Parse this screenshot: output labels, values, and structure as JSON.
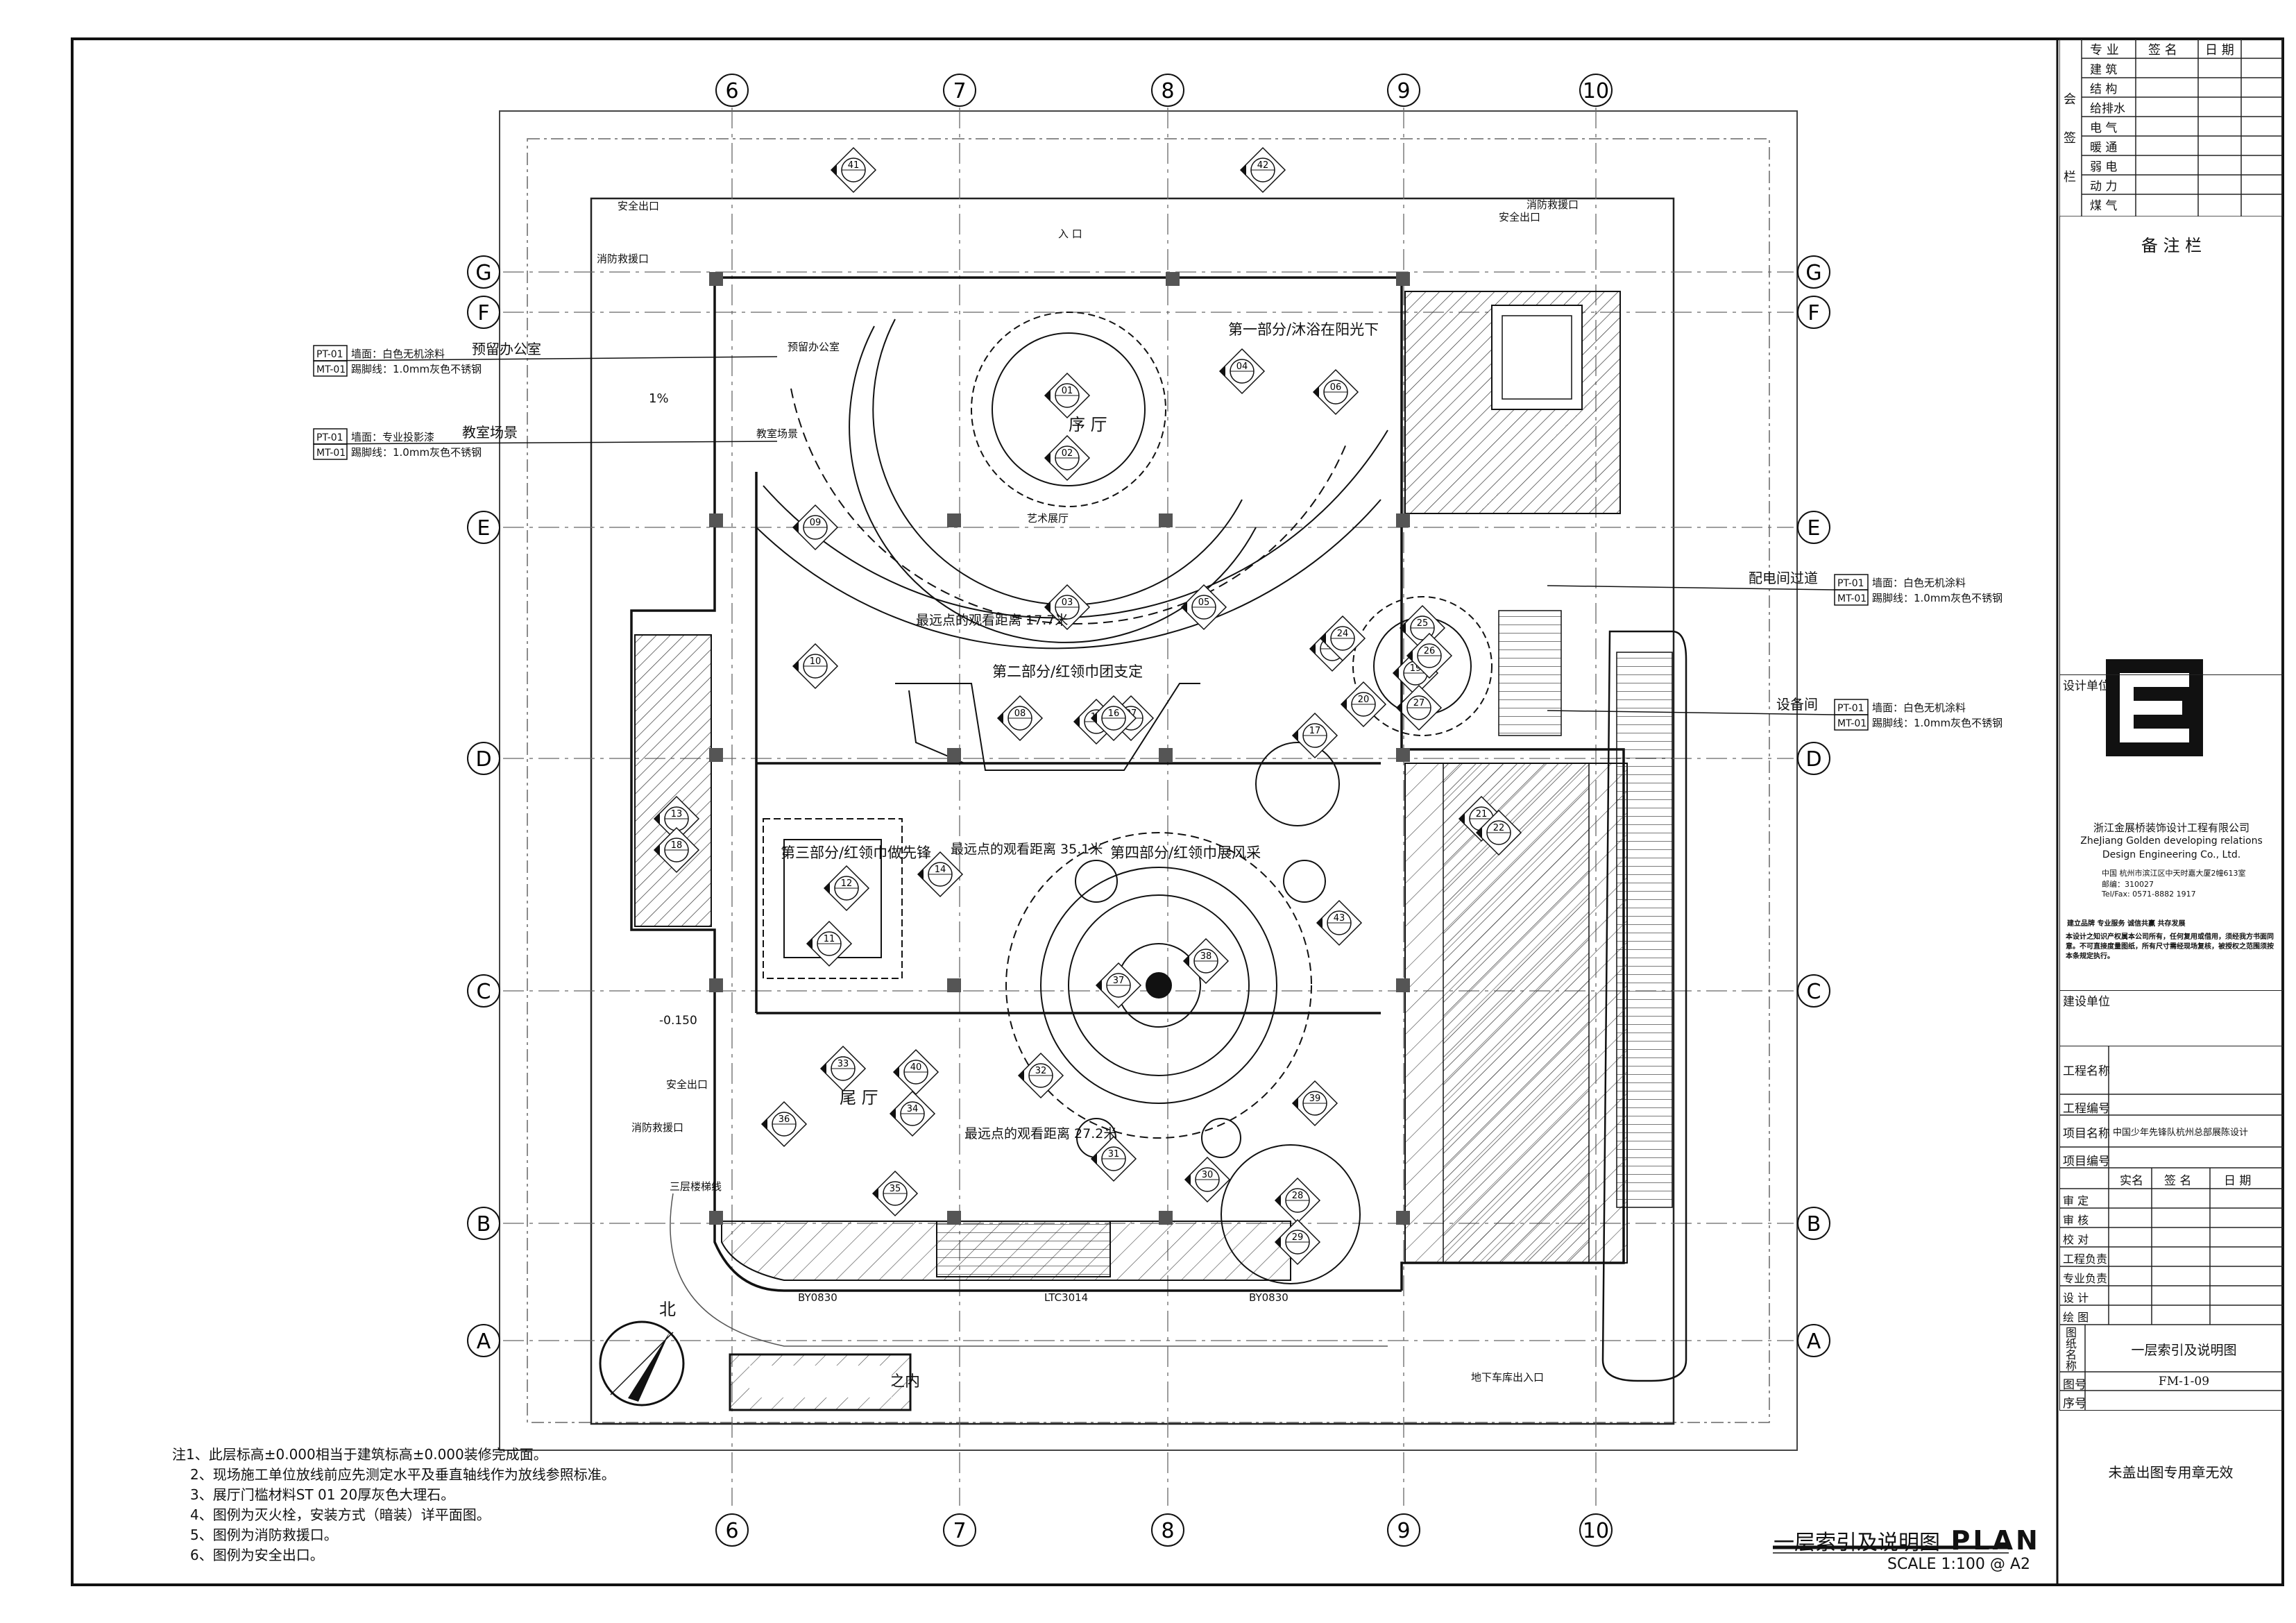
{
  "title_main": "一层索引及说明图",
  "title_en": "PLAN",
  "scale": "SCALE  1:100 @ A2",
  "grid_columns": [
    "6",
    "7",
    "8",
    "9",
    "10"
  ],
  "grid_rows": [
    "G",
    "F",
    "E",
    "D",
    "C",
    "B",
    "A"
  ],
  "room_labels": {
    "reserve_office": "预留办公室",
    "art_space": "艺术展厅",
    "preface_hall": "序 厅",
    "teaching": "教室场景",
    "tail_hall": "尾 厅",
    "stair3": "三层楼梯线",
    "section1": "第一部分/沐浴在阳光下",
    "section2": "第二部分/红领巾团支定",
    "section3": "第三部分/红领巾做先锋",
    "section4": "第四部分/红领巾展风采",
    "dist1": "最远点的观看距离 17.7米",
    "dist2": "最远点的观看距离 35.1米",
    "dist3": "最远点的观看距离 27.2米",
    "substation": "配电间过道",
    "equipment": "设备间",
    "safety_exit": "安全出口",
    "fire_rescue": "消防救援口",
    "entrance": "入 口",
    "underground": "地下车库出入口",
    "not_in_scope": "不在展厅设计范围之内",
    "north": "北",
    "ramp": "1%",
    "elev": "-0.150",
    "door1": "BY0830",
    "door2": "LTC3014",
    "door3": "BY0830"
  },
  "material_callouts": [
    {
      "code": "PT-01",
      "text": "墙面：白色无机涂料",
      "code2": "MT-01",
      "text2": "踢脚线：1.0mm灰色不锈钢",
      "label": "预留办公室"
    },
    {
      "code": "PT-01",
      "text": "墙面：专业投影漆",
      "code2": "MT-01",
      "text2": "踢脚线：1.0mm灰色不锈钢",
      "label": "教室场景"
    },
    {
      "code": "PT-01",
      "text": "墙面：白色无机涂料",
      "code2": "MT-01",
      "text2": "踢脚线：1.0mm灰色不锈钢",
      "label": "配电间过道"
    },
    {
      "code": "PT-01",
      "text": "墙面：白色无机涂料",
      "code2": "MT-01",
      "text2": "踢脚线：1.0mm灰色不锈钢",
      "label": "设备间"
    }
  ],
  "notes": [
    "注1、此层标高±0.000相当于建筑标高±0.000装修完成面。",
    "2、现场施工单位放线前应先测定水平及垂直轴线作为放线参照标准。",
    "3、展厅门槛材料ST 01 20厚灰色大理石。",
    "4、图例为灭火栓，安装方式（暗装）详平面图。",
    "5、图例为消防救援口。",
    "6、图例为安全出口。"
  ],
  "title_block": {
    "sign_header": [
      "专 业",
      "签 名",
      "日 期"
    ],
    "sign_group_label": "会 签 栏",
    "disciplines": [
      "建 筑",
      "结 构",
      "给排水",
      "电 气",
      "暖 通",
      "弱 电",
      "动 力",
      "煤 气"
    ],
    "remarks": "备 注 栏",
    "design_unit_label": "设计单位",
    "company_cn": "浙江金展桥装饰设计工程有限公司",
    "company_en1": "ZheJiang Golden developing relations",
    "company_en2": "Design Engineering Co., Ltd.",
    "address": "中国  杭州市滨江区中天时嘉大厦2幢613室",
    "postcode": "邮编：310027",
    "tel": "Tel/Fax: 0571-8882 1917",
    "slogan": "建立品牌    专业服务    诚信共赢    共存发展",
    "copyright": "本设计之知识产权属本公司所有，任何复用或借用，须经我方书面同意。不可直接度量图纸，所有尺寸需经现场复核，被授权之范围须按本条规定执行。",
    "client_label": "建设单位",
    "project_name_label": "工程名称",
    "project_no_label": "工程编号",
    "item_name_label": "项目名称",
    "item_name_value": "中国少年先锋队杭州总部展陈设计",
    "item_no_label": "项目编号",
    "role_header": [
      "实名",
      "签 名",
      "日 期"
    ],
    "roles": [
      "审 定",
      "审 核",
      "校 对",
      "工程负责",
      "专业负责",
      "设 计",
      "绘 图"
    ],
    "drawing_name_label": "图纸名称",
    "drawing_name_value": "一层索引及说明图",
    "drawing_no_label": "图号",
    "drawing_no_value": "FM-1-09",
    "seq_label": "序号",
    "stamp_note": "未盖出图专用章无效"
  },
  "index_tags": [
    "01",
    "02",
    "03",
    "04",
    "05",
    "06",
    "07",
    "08",
    "09",
    "10",
    "11",
    "12",
    "13",
    "14",
    "15",
    "16",
    "17",
    "18",
    "19",
    "20",
    "21",
    "22",
    "23",
    "24",
    "25",
    "26",
    "27",
    "28",
    "29",
    "30",
    "31",
    "32",
    "33",
    "34",
    "35",
    "36",
    "37",
    "38",
    "39",
    "40",
    "41",
    "42",
    "43"
  ],
  "colors": {
    "line": "#111111",
    "hatch": "#333333",
    "paper": "#ffffff"
  }
}
